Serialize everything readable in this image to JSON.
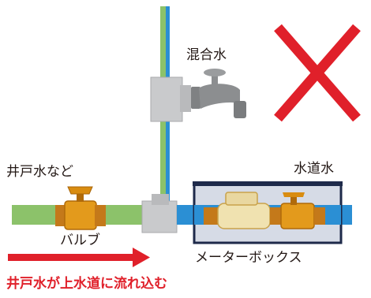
{
  "labels": {
    "mixed_water": "混合水",
    "well_water": "井戸水など",
    "tap_water": "水道水",
    "valve": "バルブ",
    "meter_box": "メーターボックス"
  },
  "caption": "井戸水が上水道に流れ込む",
  "colors": {
    "well_pipe": "#8cc26a",
    "tap_pipe": "#2b8fd4",
    "fitting": "#c9cacc",
    "brass": "#e39a1c",
    "valve_handle": "#d98c10",
    "arrow": "#e0202a",
    "x_mark": "#e0202a",
    "meter_box_frame": "#1e2a4a"
  },
  "icons": [
    "faucet-icon",
    "cross-mark-icon",
    "direction-arrow-icon",
    "valve-icon",
    "water-meter-icon"
  ]
}
